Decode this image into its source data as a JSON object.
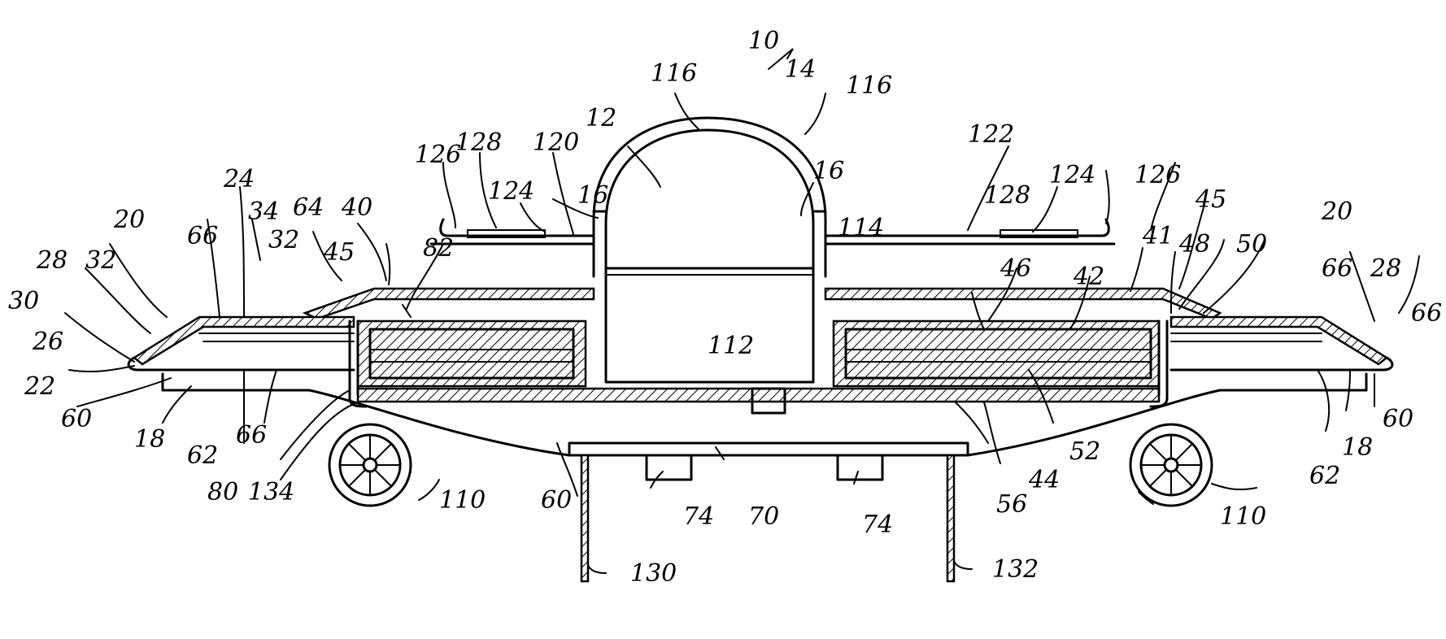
{
  "figure": {
    "labels": [
      {
        "id": "ref-10",
        "text": "10"
      },
      {
        "id": "ref-116-left",
        "text": "116"
      },
      {
        "id": "ref-14",
        "text": "14"
      },
      {
        "id": "ref-116-right",
        "text": "116"
      },
      {
        "id": "ref-12",
        "text": "12"
      },
      {
        "id": "ref-126-left",
        "text": "126"
      },
      {
        "id": "ref-128-left",
        "text": "128"
      },
      {
        "id": "ref-120",
        "text": "120"
      },
      {
        "id": "ref-124-left",
        "text": "124"
      },
      {
        "id": "ref-16-left",
        "text": "16"
      },
      {
        "id": "ref-16-right",
        "text": "16"
      },
      {
        "id": "ref-122",
        "text": "122"
      },
      {
        "id": "ref-124-right",
        "text": "124"
      },
      {
        "id": "ref-126-right",
        "text": "126"
      },
      {
        "id": "ref-128-right",
        "text": "128"
      },
      {
        "id": "ref-24",
        "text": "24"
      },
      {
        "id": "ref-20-left",
        "text": "20"
      },
      {
        "id": "ref-66-topleft",
        "text": "66"
      },
      {
        "id": "ref-34",
        "text": "34"
      },
      {
        "id": "ref-64",
        "text": "64"
      },
      {
        "id": "ref-40",
        "text": "40"
      },
      {
        "id": "ref-28-left",
        "text": "28"
      },
      {
        "id": "ref-32-a",
        "text": "32"
      },
      {
        "id": "ref-32-b",
        "text": "32"
      },
      {
        "id": "ref-45-left",
        "text": "45"
      },
      {
        "id": "ref-82",
        "text": "82"
      },
      {
        "id": "ref-114",
        "text": "114"
      },
      {
        "id": "ref-45-right",
        "text": "45"
      },
      {
        "id": "ref-41",
        "text": "41"
      },
      {
        "id": "ref-48",
        "text": "48"
      },
      {
        "id": "ref-50",
        "text": "50"
      },
      {
        "id": "ref-20-right",
        "text": "20"
      },
      {
        "id": "ref-66-topright",
        "text": "66"
      },
      {
        "id": "ref-28-right",
        "text": "28"
      },
      {
        "id": "ref-66-farright",
        "text": "66"
      },
      {
        "id": "ref-30",
        "text": "30"
      },
      {
        "id": "ref-46",
        "text": "46"
      },
      {
        "id": "ref-42",
        "text": "42"
      },
      {
        "id": "ref-26",
        "text": "26"
      },
      {
        "id": "ref-112",
        "text": "112"
      },
      {
        "id": "ref-22",
        "text": "22"
      },
      {
        "id": "ref-60-left",
        "text": "60"
      },
      {
        "id": "ref-18-left",
        "text": "18"
      },
      {
        "id": "ref-62-left",
        "text": "62"
      },
      {
        "id": "ref-66-bottomleft",
        "text": "66"
      },
      {
        "id": "ref-80",
        "text": "80"
      },
      {
        "id": "ref-134",
        "text": "134"
      },
      {
        "id": "ref-110-left",
        "text": "110"
      },
      {
        "id": "ref-60-center",
        "text": "60"
      },
      {
        "id": "ref-74-left",
        "text": "74"
      },
      {
        "id": "ref-70",
        "text": "70"
      },
      {
        "id": "ref-74-right",
        "text": "74"
      },
      {
        "id": "ref-52",
        "text": "52"
      },
      {
        "id": "ref-44",
        "text": "44"
      },
      {
        "id": "ref-56",
        "text": "56"
      },
      {
        "id": "ref-110-right",
        "text": "110"
      },
      {
        "id": "ref-62-right",
        "text": "62"
      },
      {
        "id": "ref-18-right",
        "text": "18"
      },
      {
        "id": "ref-60-right",
        "text": "60"
      },
      {
        "id": "ref-130",
        "text": "130"
      },
      {
        "id": "ref-132",
        "text": "132"
      }
    ]
  }
}
